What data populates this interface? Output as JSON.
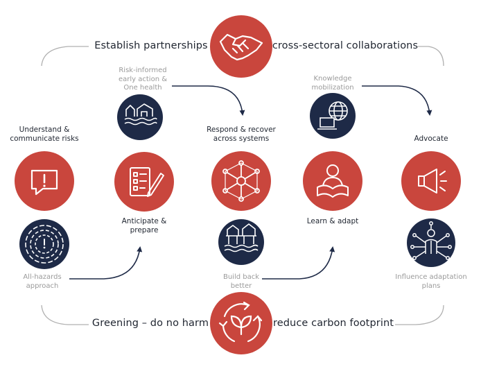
{
  "top": {
    "left_label": "Establish partnerships",
    "right_label": "cross-sectoral collaborations",
    "icon": "handshake-icon"
  },
  "bottom": {
    "left_label": "Greening – do no harm",
    "right_label": "reduce carbon footprint",
    "icon": "cycle-leaves-icon"
  },
  "nodes": {
    "understand": {
      "label": "Understand & communicate risks",
      "icon": "alert-speech-icon"
    },
    "all_hazards": {
      "label": "All-hazards approach",
      "icon": "radial-hazards-icon"
    },
    "risk_informed": {
      "label": "Risk-informed early action & One health",
      "icon": "flooded-houses-icon"
    },
    "anticipate": {
      "label": "Anticipate & prepare",
      "icon": "checklist-icon"
    },
    "respond": {
      "label": "Respond & recover across systems",
      "icon": "network-icon"
    },
    "build_back": {
      "label": "Build back better",
      "icon": "raised-houses-icon"
    },
    "knowledge": {
      "label": "Knowledge mobilization",
      "icon": "globe-laptop-icon"
    },
    "learn": {
      "label": "Learn & adapt",
      "icon": "reading-person-icon"
    },
    "advocate": {
      "label": "Advocate",
      "icon": "megaphone-icon"
    },
    "influence": {
      "label": "Influence adaptation plans",
      "icon": "person-network-icon"
    }
  },
  "colors": {
    "red": "#c9463d",
    "navy": "#1e2a47",
    "grey": "#a8a8a8",
    "text": "#1f2530"
  }
}
